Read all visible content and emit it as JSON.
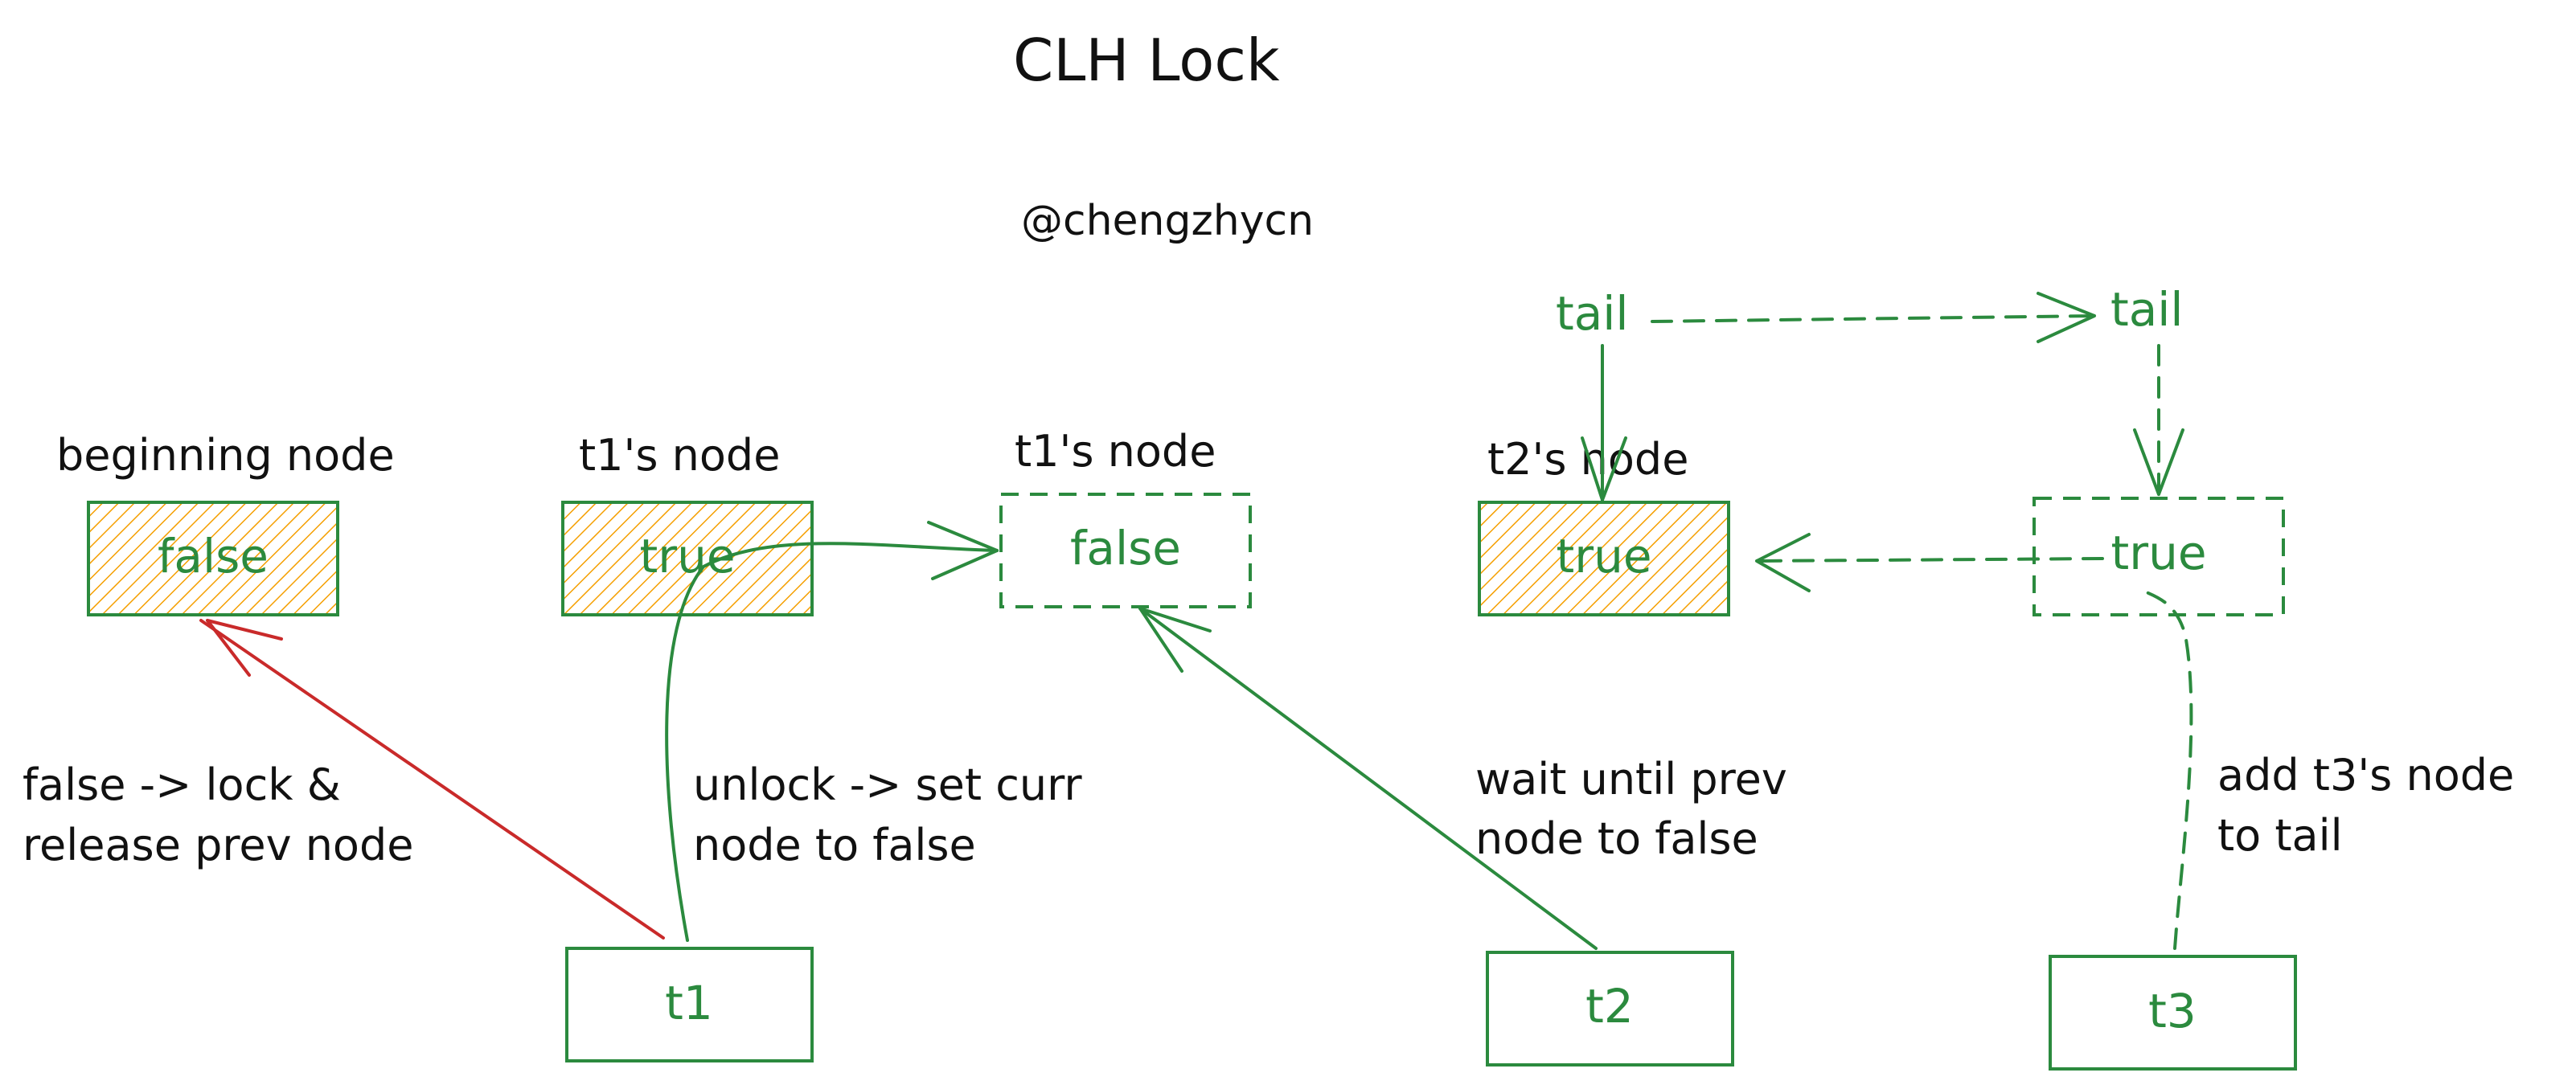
{
  "title": "CLH Lock",
  "author": "@chengzhycn",
  "colors": {
    "green": "#2b8a3e",
    "red": "#c92a2a",
    "hatch": "#f59f00",
    "text": "#111111"
  },
  "nodes": {
    "beginning": {
      "label": "beginning node",
      "value": "false"
    },
    "t1_old": {
      "label": "t1's node",
      "value": "true"
    },
    "t1_new": {
      "label": "t1's node",
      "value": "false"
    },
    "t2": {
      "label": "t2's node",
      "value": "true"
    },
    "t3": {
      "value": "true"
    }
  },
  "tails": {
    "current": "tail",
    "next": "tail"
  },
  "threads": {
    "t1": "t1",
    "t2": "t2",
    "t3": "t3"
  },
  "annotations": {
    "release": [
      "false -> lock &",
      "release prev node"
    ],
    "unlock": [
      "unlock -> set curr",
      "node to false"
    ],
    "wait": [
      "wait until prev",
      "node to false"
    ],
    "add": [
      "add t3's node",
      "to tail"
    ]
  }
}
